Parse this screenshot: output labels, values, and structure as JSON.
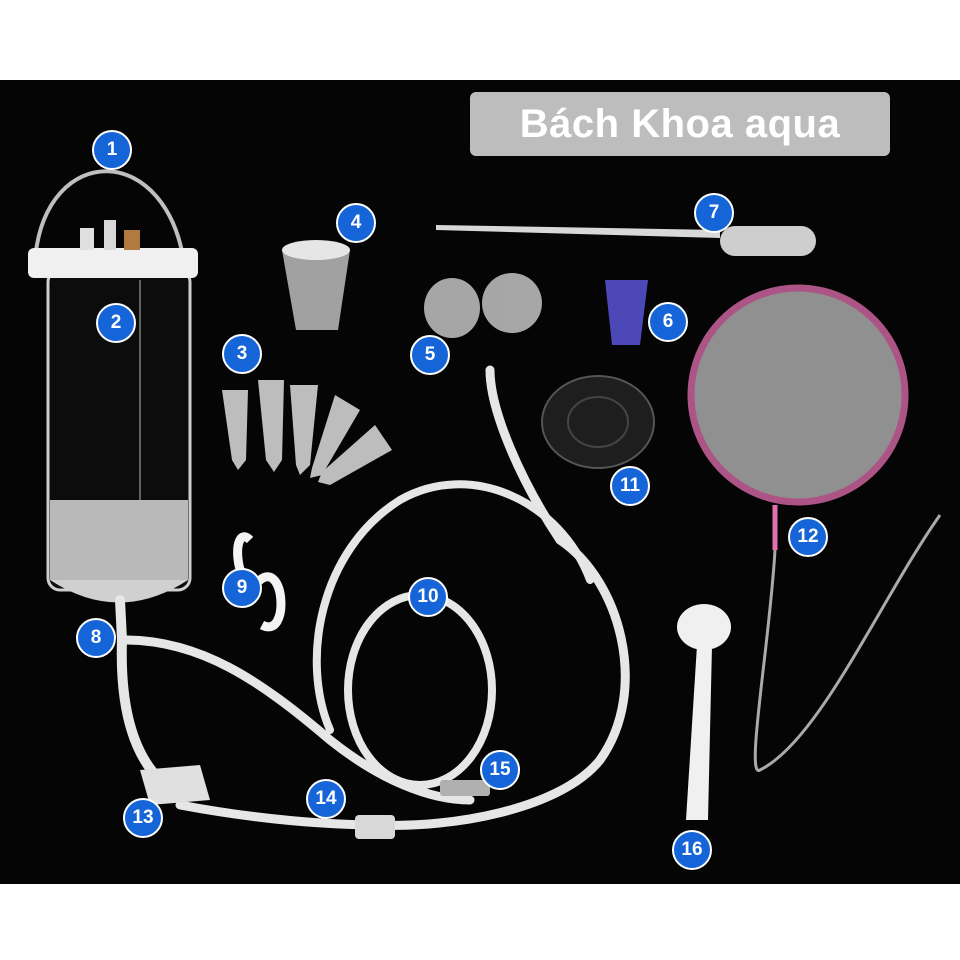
{
  "brand_label": "Bách Khoa aqua",
  "items": [
    {
      "number": "1"
    },
    {
      "number": "2"
    },
    {
      "number": "3"
    },
    {
      "number": "4"
    },
    {
      "number": "5"
    },
    {
      "number": "6"
    },
    {
      "number": "7"
    },
    {
      "number": "8"
    },
    {
      "number": "9"
    },
    {
      "number": "10"
    },
    {
      "number": "11"
    },
    {
      "number": "12"
    },
    {
      "number": "13"
    },
    {
      "number": "14"
    },
    {
      "number": "15"
    },
    {
      "number": "16"
    }
  ],
  "colors": {
    "background": "#050505",
    "badge": "#1565d8",
    "brand_box": "#bdbdbd",
    "net_ring": "#e46fb0",
    "tubing": "#e8e8e8"
  }
}
